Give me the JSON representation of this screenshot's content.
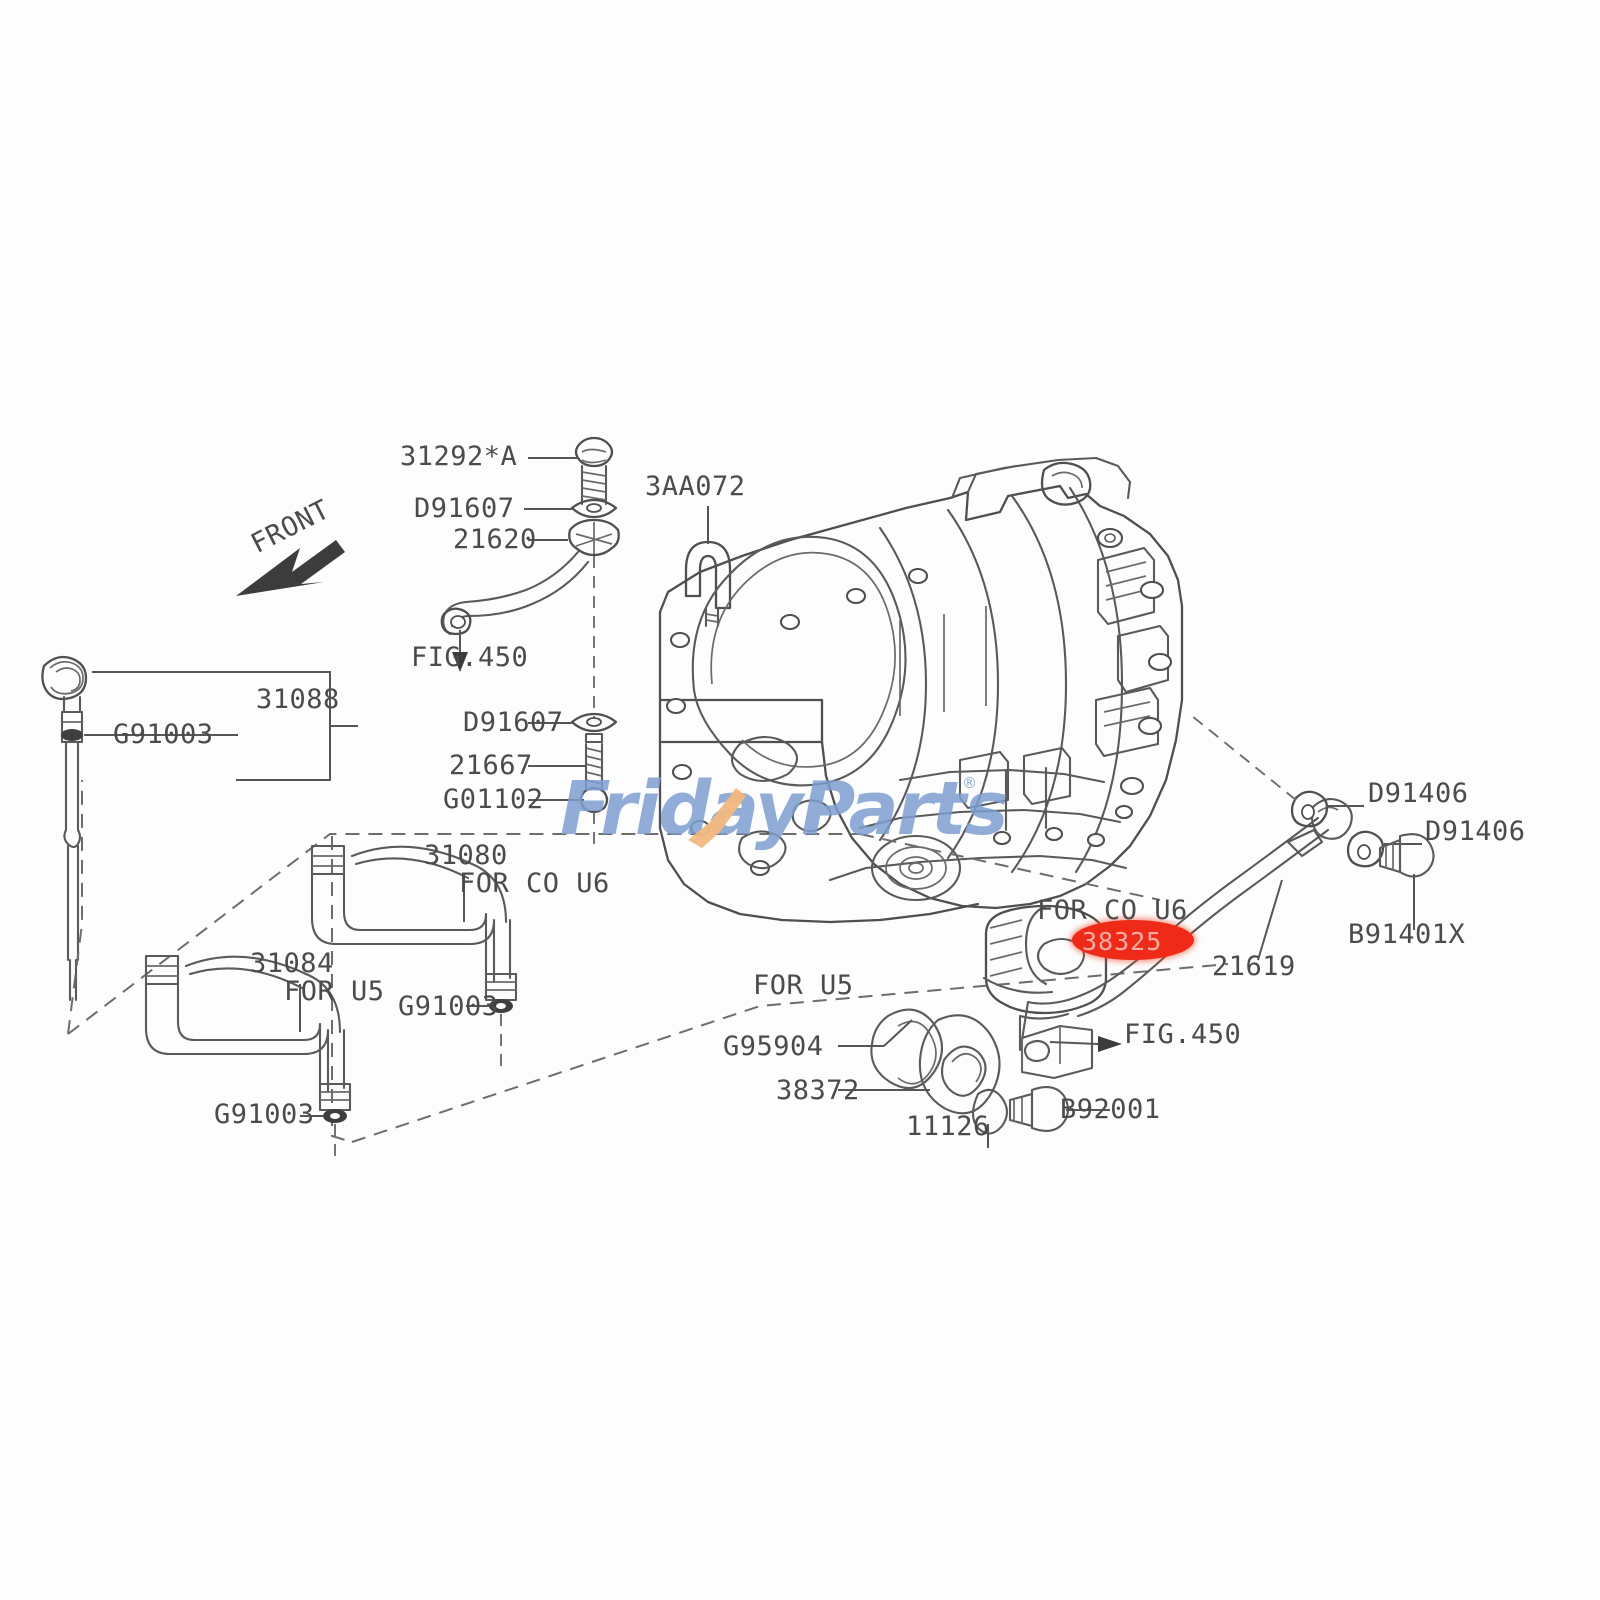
{
  "diagram": {
    "title": "Subaru Automatic Transmission Oil Cooler / Pipe Parts Diagram",
    "orientation_marker": "FRONT",
    "line_color": "#5a5a5a",
    "text_color": "#4b4b4b",
    "highlight_color": "#ef2a18",
    "watermark_blue": "#7d9fd1",
    "watermark_orange": "#f2b880"
  },
  "watermark": {
    "text": "FridayParts",
    "registered_mark": "®"
  },
  "highlight": {
    "part_number": "38325",
    "shape": "oval",
    "color": "#ef2a18"
  },
  "labels": {
    "front_arrow": "FRONT",
    "l_31292a": "31292*A",
    "l_d91607_top": "D91607",
    "l_21620": "21620",
    "l_3aa072": "3AA072",
    "l_fig450_left": "FIG.450",
    "l_d91607_mid": "D91607",
    "l_21667": "21667",
    "l_g01102": "G01102",
    "l_31088": "31088",
    "l_g91003_dipstick": "G91003",
    "l_31080": "31080",
    "l_31080_sub": "FOR CO U6",
    "l_31084": "31084",
    "l_31084_sub": "FOR U5",
    "l_g91003_mid": "G91003",
    "l_g91003_low": "G91003",
    "l_for_co_u6_filter": "FOR CO U6",
    "l_for_u5_filter": "FOR U5",
    "l_g95904": "G95904",
    "l_38372": "38372",
    "l_11126": "11126",
    "l_b92001": "B92001",
    "l_fig450_right": "FIG.450",
    "l_21619": "21619",
    "l_d91406_top": "D91406",
    "l_d91406_bot": "D91406",
    "l_b91401x": "B91401X"
  }
}
